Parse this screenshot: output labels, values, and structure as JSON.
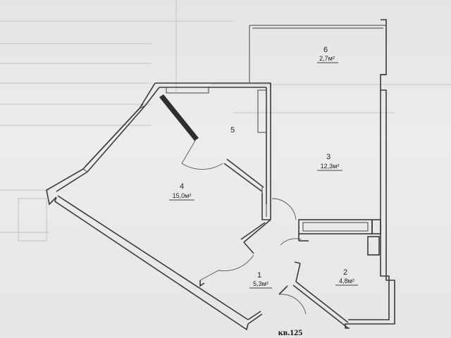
{
  "plan": {
    "caption": "кв.125",
    "rooms": [
      {
        "id": "1",
        "number": "1",
        "area": "5,3м²"
      },
      {
        "id": "2",
        "number": "2",
        "area": "4,8м²"
      },
      {
        "id": "3",
        "number": "3",
        "area": "12,3м²"
      },
      {
        "id": "4",
        "number": "4",
        "area": "15,0м²"
      },
      {
        "id": "5",
        "number": "5",
        "area": ""
      },
      {
        "id": "6",
        "number": "6",
        "area": "2,7м²"
      }
    ]
  }
}
